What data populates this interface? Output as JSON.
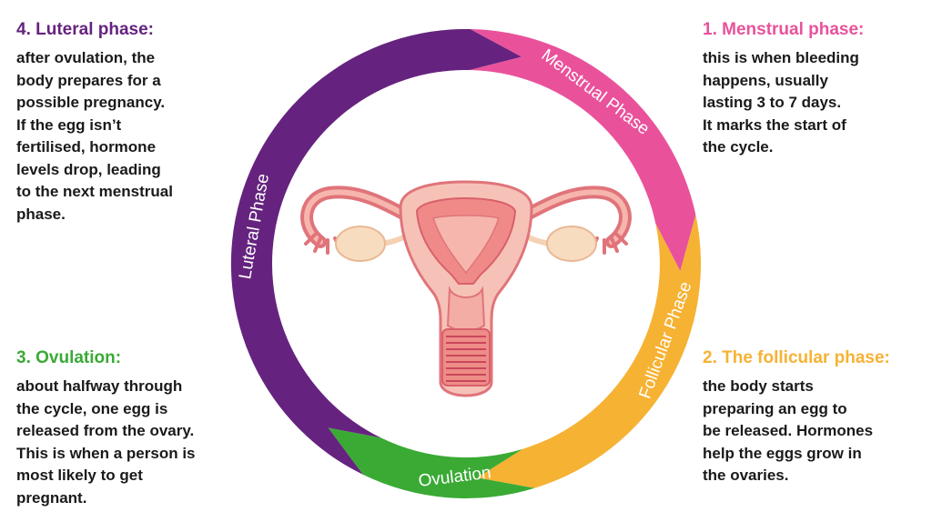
{
  "phases": {
    "menstrual": {
      "heading": "1. Menstrual phase:",
      "text": "this is when bleeding\nhappens, usually\nlasting 3 to 7 days.\nIt marks the start of\nthe cycle.",
      "ring_label": "Menstrual Phase",
      "color": "#e9529b"
    },
    "follicular": {
      "heading": "2. The follicular phase:",
      "text": "the body starts\npreparing an egg to\nbe released. Hormones\nhelp the eggs grow in\nthe ovaries.",
      "ring_label": "Follicular Phase",
      "color": "#f6b233"
    },
    "ovulation": {
      "heading": "3. Ovulation:",
      "text": "about halfway through\nthe cycle, one egg is\nreleased from the ovary.\nThis is when a person is\nmost likely to get\npregnant.",
      "ring_label": "Ovulation",
      "color": "#3aaa35"
    },
    "luteal": {
      "heading": "4. Luteral phase:",
      "text": "after ovulation, the\nbody prepares for a\npossible pregnancy.\nIf the egg isn’t\nfertilised, hormone\nlevels drop, leading\nto the next menstrual\nphase.",
      "ring_label": "Luteral Phase",
      "color": "#65237f"
    }
  },
  "illustration": {
    "name": "uterus-illustration",
    "colors": {
      "outline": "#e0747a",
      "tissue": "#f6c2b8",
      "inner": "#ef8a89",
      "ovary": "#f8dcc0"
    }
  }
}
